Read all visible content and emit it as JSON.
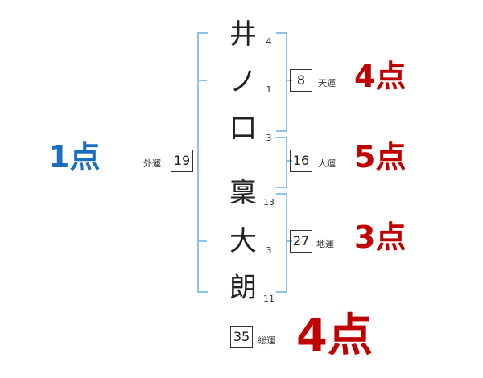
{
  "characters": [
    {
      "char": "井",
      "strokes": "4"
    },
    {
      "char": "ノ",
      "strokes": "1"
    },
    {
      "char": "口",
      "strokes": "3"
    },
    {
      "char": "稟",
      "strokes": "13"
    },
    {
      "char": "大",
      "strokes": "3"
    },
    {
      "char": "朗",
      "strokes": "11"
    }
  ],
  "tenun": {
    "label": "天運",
    "value": "8",
    "score": "4点"
  },
  "jinun": {
    "label": "人運",
    "value": "16",
    "score": "5点"
  },
  "chiun": {
    "label": "地運",
    "value": "27",
    "score": "3点"
  },
  "gaiun": {
    "label": "外運",
    "value": "19",
    "score": "1点"
  },
  "souun": {
    "label": "総運",
    "value": "35",
    "score": "4点"
  },
  "colors": {
    "bracket": "#8cc4e8",
    "red": "#c00000",
    "blue": "#1a6fc0"
  }
}
